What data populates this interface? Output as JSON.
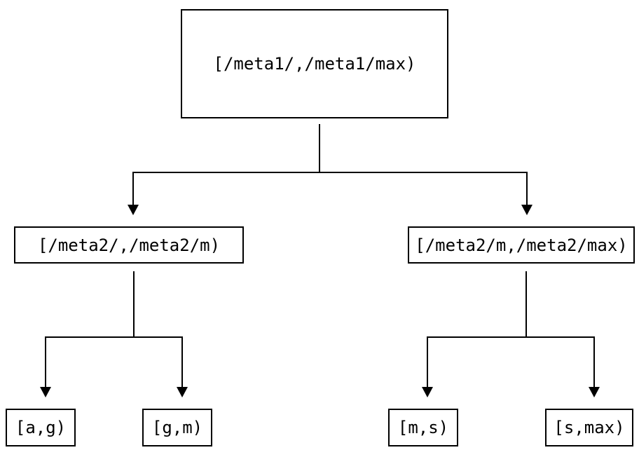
{
  "colors": {
    "line": "#000000",
    "text": "#000000",
    "background": "#ffffff"
  },
  "tree": {
    "root": {
      "label": "[/meta1/,/meta1/max)"
    },
    "children": [
      {
        "label": "[/meta2/,/meta2/m)",
        "children": [
          {
            "label": "[a,g)"
          },
          {
            "label": "[g,m)"
          }
        ]
      },
      {
        "label": "[/meta2/m,/meta2/max)",
        "children": [
          {
            "label": "[m,s)"
          },
          {
            "label": "[s,max)"
          }
        ]
      }
    ]
  }
}
